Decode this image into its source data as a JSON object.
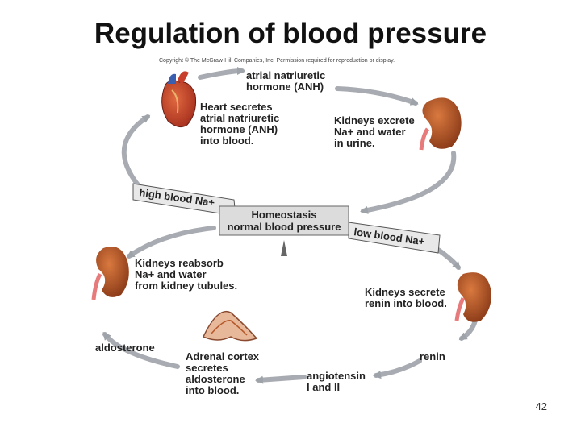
{
  "slide": {
    "title": "Regulation of blood pressure",
    "copyright": "Copyright © The McGraw-Hill Companies, Inc. Permission required for reproduction or display.",
    "page_number": "42"
  },
  "diagram": {
    "center_line1": "Homeostasis",
    "center_line2": "normal blood pressure",
    "high_na": "high blood Na+",
    "low_na": "low blood Na+",
    "anh_label": "atrial natriuretic\nhormone (ANH)",
    "heart_secretes": "Heart secretes\natrial natriuretic\nhormone (ANH)\ninto blood.",
    "kidneys_excrete": "Kidneys excrete\nNa+ and water\nin urine.",
    "kidneys_reabsorb": "Kidneys reabsorb\nNa+  and water\nfrom kidney tubules.",
    "kidneys_secrete_renin": "Kidneys secrete\nrenin into blood.",
    "renin": "renin",
    "angiotensin": "angiotensin\nI and II",
    "adrenal_cortex": "Adrenal cortex\nsecretes\naldosterone\ninto blood.",
    "aldosterone": "aldosterone"
  },
  "colors": {
    "arrow": "#a8acb2",
    "kidney": "#b5582a",
    "heart": "#c8402c",
    "banner": "#dcdcdc"
  }
}
